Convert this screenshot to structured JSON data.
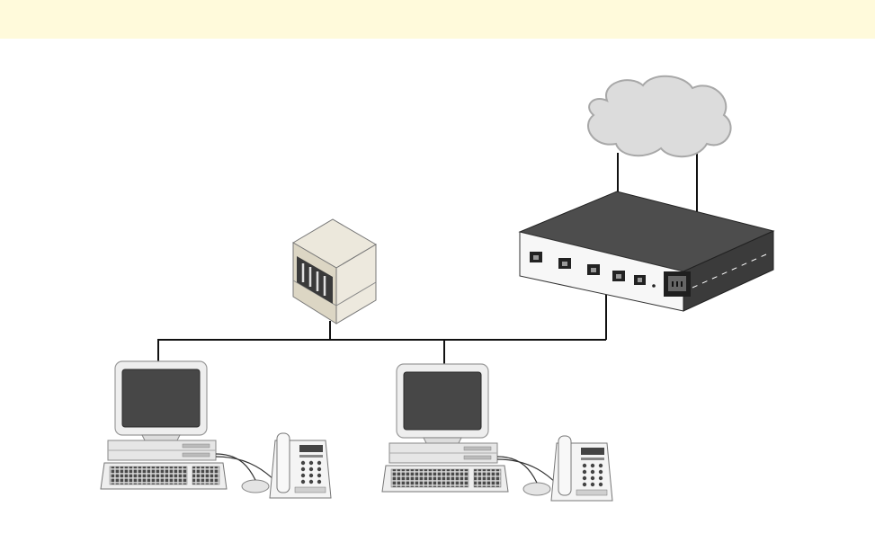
{
  "page": {
    "banner_color": "#fffadb"
  },
  "diagram": {
    "title": "",
    "colors": {
      "cloud_fill": "#dcdcdc",
      "cloud_stroke": "#a8a8a8",
      "router_body": "#3b3b3b",
      "router_top": "#4d4d4d",
      "wire": "#111111",
      "beige": "#ece8dc"
    },
    "nodes": [
      {
        "id": "cloud",
        "icon": "cloud-icon"
      },
      {
        "id": "router",
        "icon": "router-icon",
        "ports": [
          "port-1",
          "port-2",
          "port-3",
          "port-4",
          "port-5"
        ]
      },
      {
        "id": "server",
        "icon": "server-icon"
      },
      {
        "id": "workstation-1",
        "icon": "desktop-computer-icon",
        "peripherals": [
          "keyboard-icon",
          "mouse-icon",
          "ip-phone-icon"
        ]
      },
      {
        "id": "workstation-2",
        "icon": "desktop-computer-icon",
        "peripherals": [
          "keyboard-icon",
          "mouse-icon",
          "ip-phone-icon"
        ]
      }
    ],
    "links": [
      {
        "from": "cloud",
        "to": "router"
      },
      {
        "from": "cloud",
        "to": "router"
      },
      {
        "from": "router",
        "to": "lan-bus"
      },
      {
        "from": "server",
        "to": "lan-bus"
      },
      {
        "from": "workstation-1",
        "to": "lan-bus"
      },
      {
        "from": "workstation-2",
        "to": "lan-bus"
      }
    ]
  }
}
